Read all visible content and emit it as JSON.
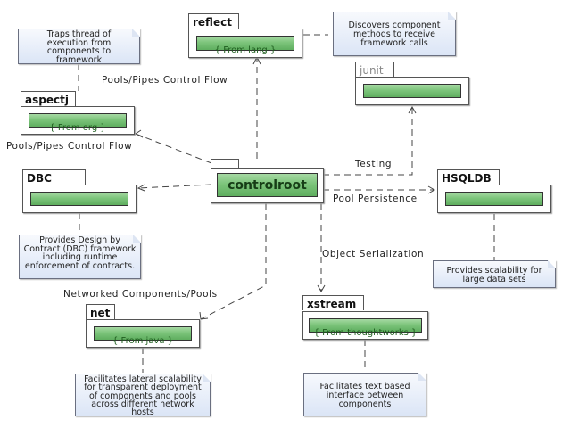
{
  "diagram": {
    "colors": {
      "package_fill": "#7cc47b",
      "package_text": "#1f5e1f",
      "note_fill": "#dbe5f6",
      "line": "#444444"
    },
    "packages": {
      "controlroot": {
        "name": "controlroot"
      },
      "reflect": {
        "name": "reflect",
        "source": "{ From lang }"
      },
      "aspectj": {
        "name": "aspectj",
        "source": "{ From org }"
      },
      "junit": {
        "name": "junit"
      },
      "dbc": {
        "name": "DBC"
      },
      "hsqldb": {
        "name": "HSQLDB"
      },
      "net": {
        "name": "net",
        "source": "{ From java }"
      },
      "xstream": {
        "name": "xstream",
        "source": "{ From thoughtworks }"
      }
    },
    "notes": {
      "aspectj": "Traps thread of execution from components to framework",
      "reflect": "Discovers component methods to receive framework calls",
      "dbc": "Provides Design by Contract (DBC) framework including runtime enforcement of contracts.",
      "hsqldb": "Provides scalability for large data sets",
      "net": "Facilitates lateral scalability for transparent deployment of components and pools across different network hosts",
      "xstream": "Facilitates text based interface between components"
    },
    "relations": {
      "reflect": "Pools/Pipes Control Flow",
      "aspectj": "Pools/Pipes Control Flow",
      "junit": "Testing",
      "hsqldb": "Pool Persistence",
      "xstream": "Object Serialization",
      "net": "Networked Components/Pools"
    }
  }
}
